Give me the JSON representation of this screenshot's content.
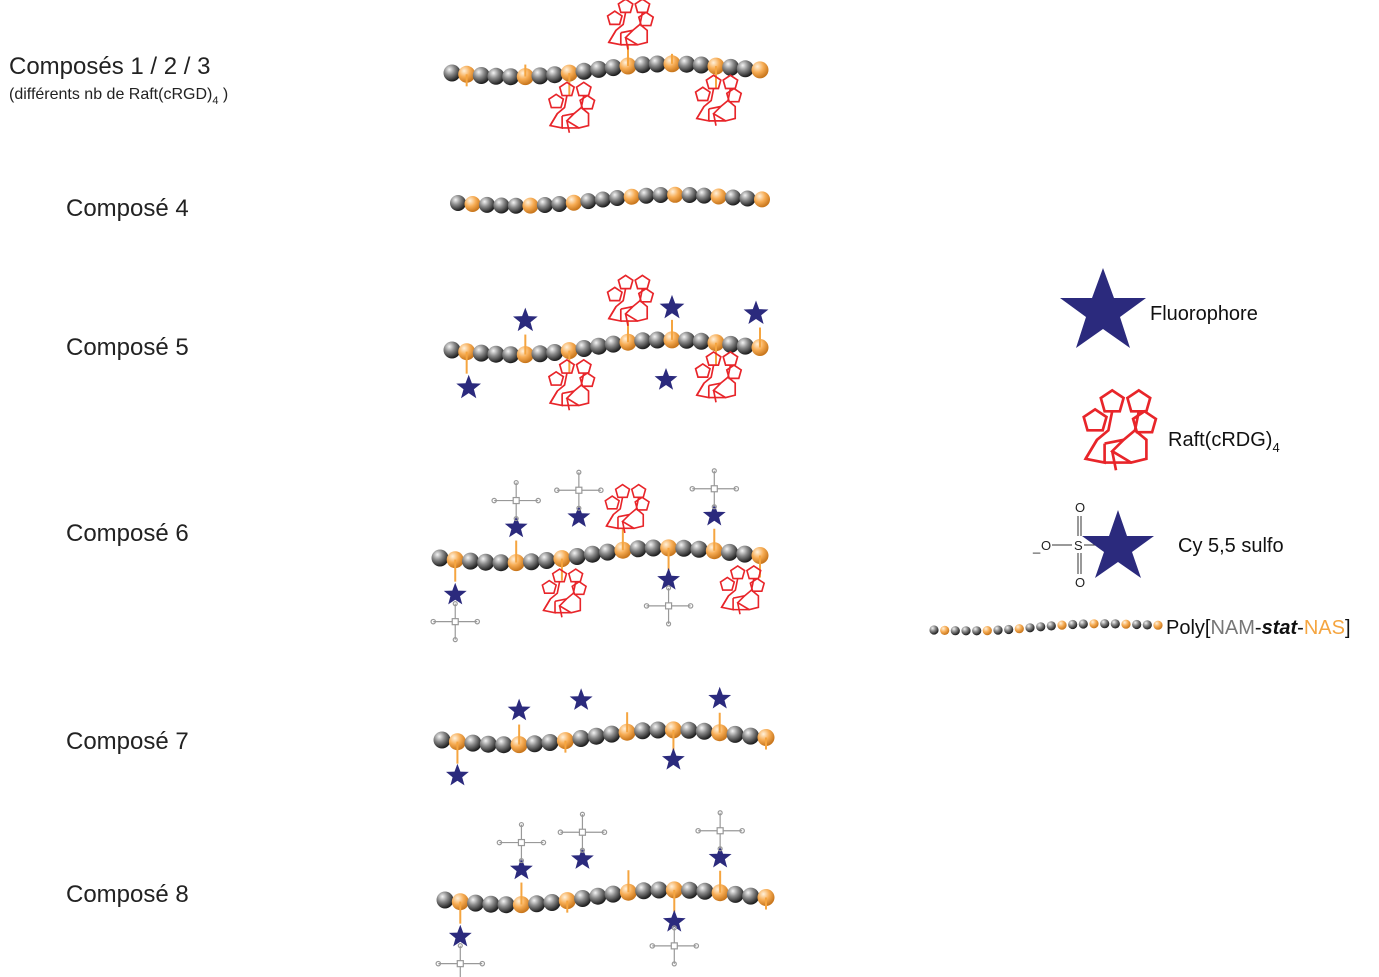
{
  "compounds": [
    {
      "label": "Composés 1 / 2 / 3",
      "sub_pre": "(différents nb de Raft(cRGD)",
      "sub_index": "4",
      "sub_post": " )"
    },
    {
      "label": "Composé 4"
    },
    {
      "label": "Composé 5"
    },
    {
      "label": "Composé 6"
    },
    {
      "label": "Composé 7"
    },
    {
      "label": "Composé 8"
    }
  ],
  "legend": {
    "fluorophore": "Fluorophore",
    "raft_pre": "Raft(cRDG)",
    "raft_index": "4",
    "cy55": "Cy 5,5 sulfo",
    "sulfo_atoms": {
      "o_left": "O",
      "s": "S",
      "o_top": "O",
      "o_bottom": "O",
      "minus": "_"
    },
    "poly_pre": "Poly[",
    "poly_nam": "NAM",
    "poly_dash1": "-",
    "poly_stat": "stat",
    "poly_dash2": "-",
    "poly_nas": "NAS",
    "poly_post": "]"
  },
  "colors": {
    "nam_bead": "#5a5a5a",
    "nas_bead": "#f5a540",
    "raft": "#e8252a",
    "fluorophore": "#2b2a7d",
    "nam_text": "#777777",
    "nas_text": "#f5a540"
  }
}
